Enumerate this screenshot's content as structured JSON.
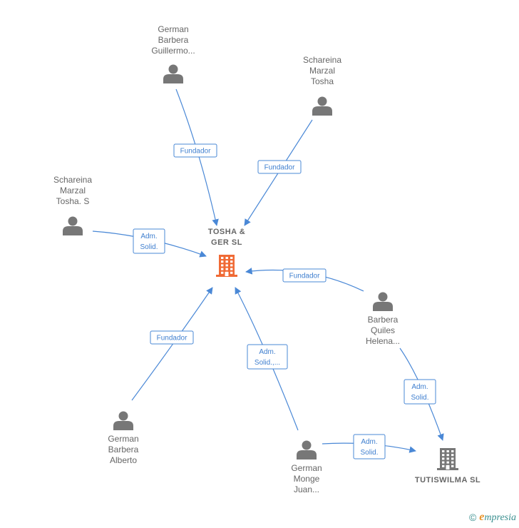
{
  "colors": {
    "edge": "#4a88d6",
    "person": "#777777",
    "company_main": "#f06a35",
    "company_other": "#777777",
    "text": "#666666"
  },
  "nodes": [
    {
      "id": "p1",
      "kind": "person",
      "icon": "person-icon",
      "lines": [
        "German",
        "Barbera",
        "Guillermo..."
      ]
    },
    {
      "id": "p2",
      "kind": "person",
      "icon": "person-icon",
      "lines": [
        "Schareina",
        "Marzal",
        "Tosha"
      ]
    },
    {
      "id": "p3",
      "kind": "person",
      "icon": "person-icon",
      "lines": [
        "Schareina",
        "Marzal",
        "Tosha.  S"
      ]
    },
    {
      "id": "c1",
      "kind": "company-main",
      "icon": "building-icon",
      "lines": [
        "TOSHA &",
        "GER  SL"
      ]
    },
    {
      "id": "p4",
      "kind": "person",
      "icon": "person-icon",
      "lines": [
        "Barbera",
        "Quiles",
        "Helena..."
      ]
    },
    {
      "id": "p5",
      "kind": "person",
      "icon": "person-icon",
      "lines": [
        "German",
        "Barbera",
        "Alberto"
      ]
    },
    {
      "id": "p6",
      "kind": "person",
      "icon": "person-icon",
      "lines": [
        "German",
        "Monge",
        "Juan..."
      ]
    },
    {
      "id": "c2",
      "kind": "company",
      "icon": "building-icon",
      "lines": [
        "TUTISWILMA SL"
      ]
    }
  ],
  "edges": [
    {
      "from": "p1",
      "to": "c1",
      "label": [
        "Fundador"
      ]
    },
    {
      "from": "p2",
      "to": "c1",
      "label": [
        "Fundador"
      ]
    },
    {
      "from": "p3",
      "to": "c1",
      "label": [
        "Adm.",
        "Solid."
      ]
    },
    {
      "from": "p4",
      "to": "c1",
      "label": [
        "Fundador"
      ]
    },
    {
      "from": "p5",
      "to": "c1",
      "label": [
        "Fundador"
      ]
    },
    {
      "from": "p6",
      "to": "c1",
      "label": [
        "Adm.",
        "Solid.,..."
      ]
    },
    {
      "from": "p4",
      "to": "c2",
      "label": [
        "Adm.",
        "Solid."
      ]
    },
    {
      "from": "p6",
      "to": "c2",
      "label": [
        "Adm.",
        "Solid."
      ]
    }
  ],
  "footer": {
    "copyright": "©",
    "brand_initial": "e",
    "brand_rest": "mpresia"
  }
}
